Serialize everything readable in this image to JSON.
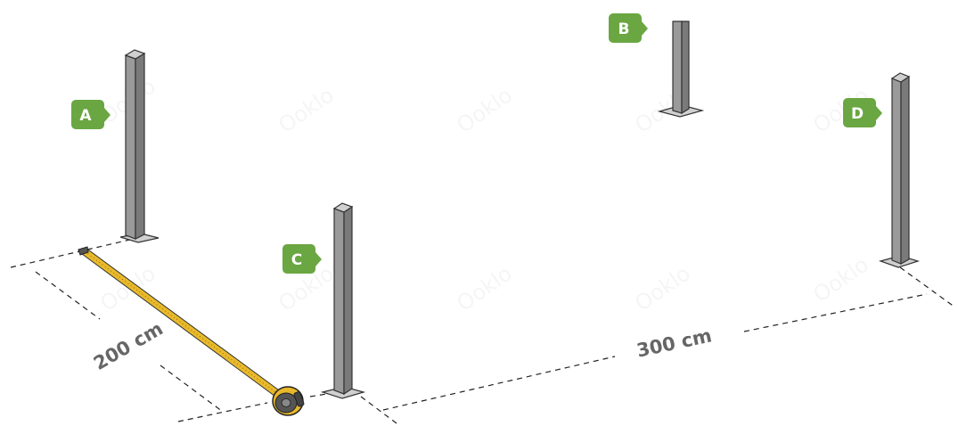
{
  "dimensions": {
    "width_label": "200 cm",
    "length_label": "300 cm"
  },
  "posts": {
    "a": "A",
    "b": "B",
    "c": "C",
    "d": "D"
  },
  "watermark": "Ooklo",
  "colors": {
    "tag": "#6aa642",
    "post_front": "#9a9a9a",
    "post_side": "#7a7a7a",
    "post_top": "#d0d0d0",
    "tape": "#e8b92a",
    "dim_text": "#666666"
  }
}
